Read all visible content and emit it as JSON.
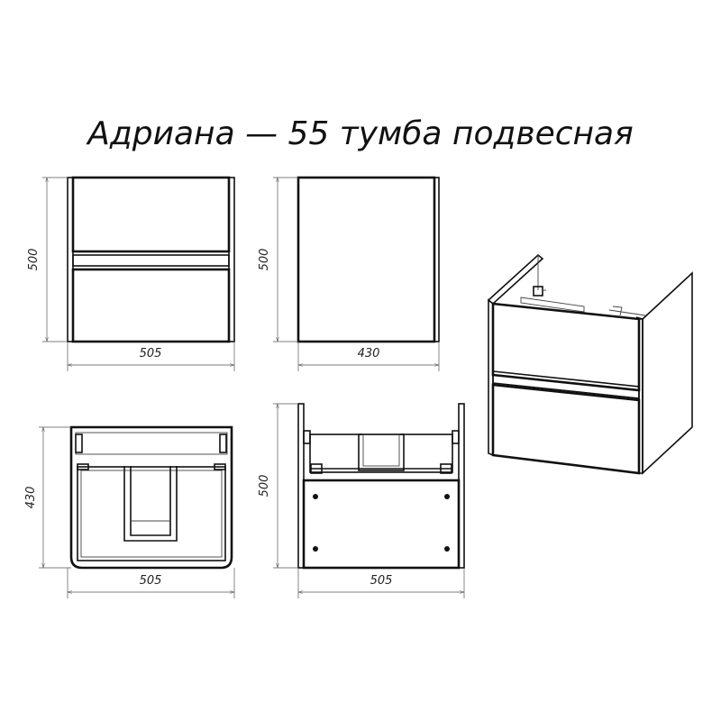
{
  "title": "Адриана — 55 тумба подвесная",
  "views": {
    "front": {
      "name": "front-view",
      "height_label": "500",
      "width_label": "505"
    },
    "side": {
      "name": "side-view",
      "height_label": "500",
      "width_label": "430"
    },
    "top": {
      "name": "top-view",
      "height_label": "430",
      "width_label": "505"
    },
    "back": {
      "name": "back-view",
      "height_label": "500",
      "width_label": "505"
    },
    "iso": {
      "name": "isometric-view"
    }
  },
  "colors": {
    "line": "#111111",
    "background": "#ffffff"
  }
}
